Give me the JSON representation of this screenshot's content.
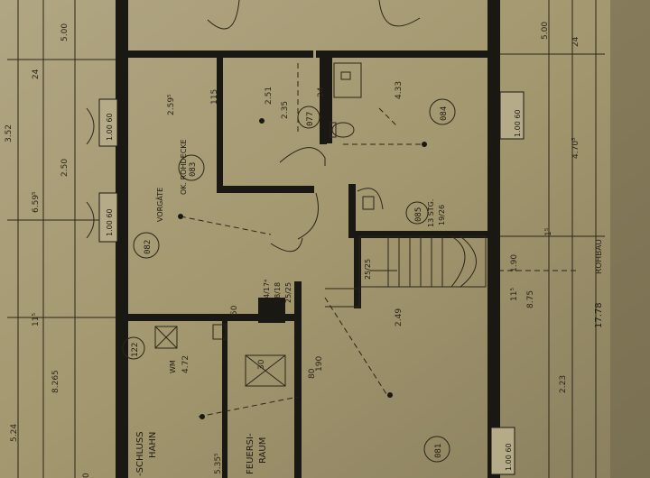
{
  "colors": {
    "paper": "#a79b78",
    "ink": "#1a1812",
    "shade": "#5a523a"
  },
  "dimensions_left": {
    "d500": "5.00",
    "d24": "24",
    "d352": "3.52",
    "d250": "2.50",
    "d6595": "6.59⁵",
    "d115": "11⁵",
    "d8265": "8.265",
    "d524": "5.24",
    "d0": "0"
  },
  "dimensions_right": {
    "d500": "5.00",
    "d24": "24",
    "d4705": "4.70⁵",
    "d15": "1⁵",
    "d1778": "17.78",
    "rohbau": "ROHBAU",
    "d223": "2.23"
  },
  "windows": {
    "w1": "1.00 60",
    "w2": "1.00 60",
    "w3": "1.00 60",
    "w4": "1.00 60"
  },
  "interior": {
    "d2595": "2.59⁵",
    "d115a": "115",
    "d251": "2.51",
    "d235": "2.35",
    "d24a": "24",
    "d433": "4.33",
    "d249": "2.49",
    "d472": "4.72",
    "d190a": "1.90",
    "d190b": "190",
    "d875": "8.75",
    "d115b": "11⁵",
    "d5355": "5.35⁵",
    "d50": "50",
    "d30": "30",
    "d880": "80",
    "d14174": "14/17⁴",
    "d1818": "18/18",
    "d2525": "25/25"
  },
  "rooms": {
    "r083": "083",
    "r082": "082",
    "r084": "084",
    "r085": "085",
    "r077": "077",
    "r081": "081",
    "r122": "122"
  },
  "labels": {
    "vorgaete": "VORGÄTE",
    "decke": "OK. ROHDECKE",
    "wm": "WM",
    "feuers": "FEUERSI-",
    "raum": "RAUM",
    "schluss": "-SCHLUSS",
    "hahn": "HAHN",
    "stg": "13 STG.",
    "stg2": "19/26",
    "stg3": "25/25"
  }
}
